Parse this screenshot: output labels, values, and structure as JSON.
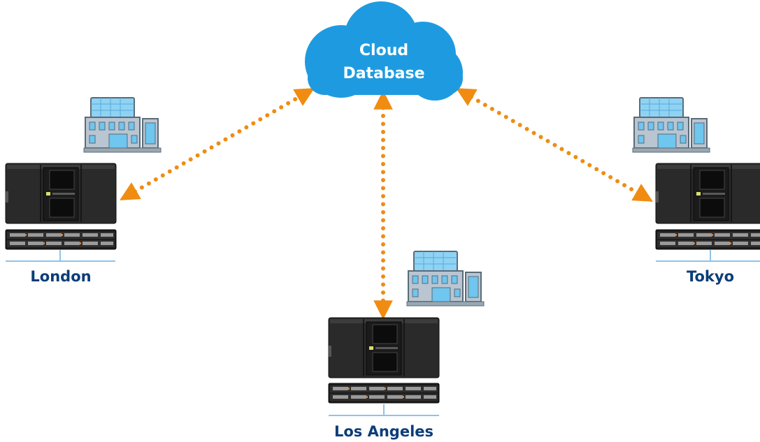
{
  "cloud": {
    "line1": "Cloud",
    "line2": "Database"
  },
  "sites": {
    "london": "London",
    "tokyo": "Tokyo",
    "los_angeles": "Los Angeles"
  },
  "colors": {
    "cloud_fill": "#1e9be0",
    "connector": "#f08c12",
    "label": "#0b3d78",
    "server_body": "#2b2b2b",
    "building_glass": "#6fc6ef",
    "building_wall": "#b9c6d2",
    "underline": "#8fc3ea"
  },
  "icons": {
    "cloud": "cloud-database-icon",
    "building": "office-building-icon",
    "server": "tape-library-server-icon",
    "storage": "storage-array-icon"
  }
}
